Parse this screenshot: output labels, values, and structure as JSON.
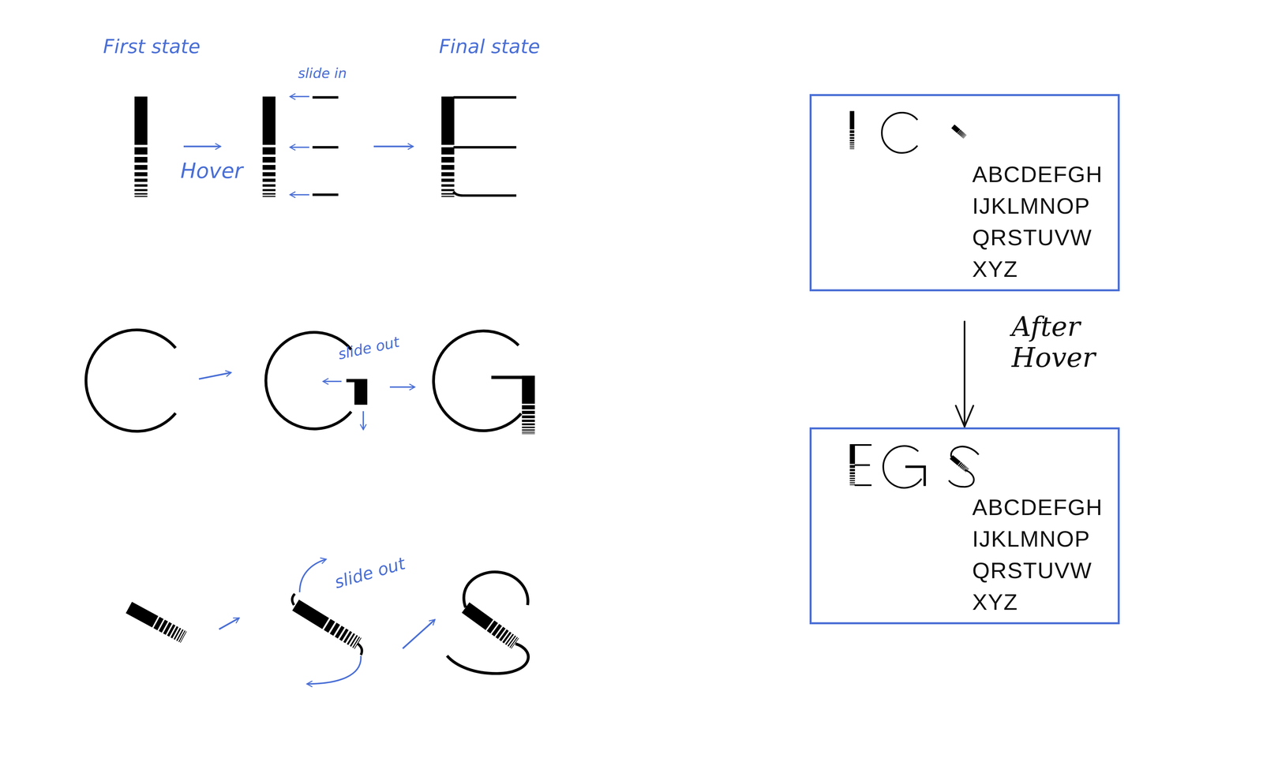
{
  "diagram": {
    "nodes": [
      {
        "text": [
          "ABCDEFGH IJKLMNOP QRSTUVW XYZ"
        ]
      },
      {
        "text": [
          "ABCDEFGH IJKLMNOP QRSTUVW XYZ"
        ]
      }
    ],
    "edges": [
      {
        "from": 0,
        "to": 1,
        "arrow": "to",
        "label": "After Hover"
      }
    ],
    "labels": [
      "First state",
      "Hover",
      "slide in",
      "Final state",
      "slide out",
      "slide out"
    ]
  }
}
